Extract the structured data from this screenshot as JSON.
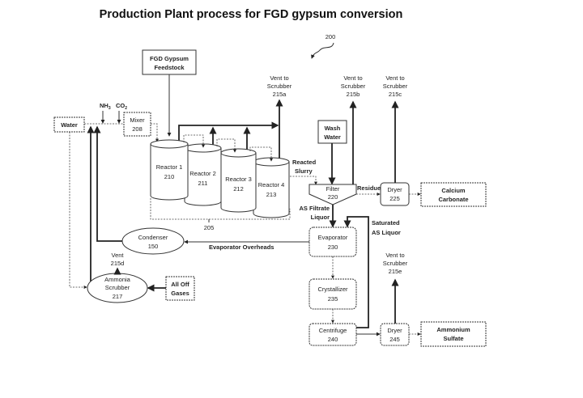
{
  "title": "Production Plant process for FGD gypsum conversion",
  "figure_ref": "200",
  "nodes": {
    "feedstock": [
      "FGD Gypsum",
      "Feedstock"
    ],
    "water": "Water",
    "nh3": "NH",
    "nh3_sub": "3",
    "co2": "CO",
    "co2_sub": "2",
    "mixer": [
      "Mixer",
      "208"
    ],
    "reactor1": [
      "Reactor 1",
      "210"
    ],
    "reactor2": [
      "Reactor 2",
      "211"
    ],
    "reactor3": [
      "Reactor 3",
      "212"
    ],
    "reactor4": [
      "Reactor 4",
      "213"
    ],
    "reactor_group": "205",
    "vent_a": [
      "Vent to",
      "Scrubber",
      "215a"
    ],
    "vent_b": [
      "Vent to",
      "Scrubber",
      "215b"
    ],
    "vent_c": [
      "Vent to",
      "Scrubber",
      "215c"
    ],
    "vent_d": [
      "Vent",
      "215d"
    ],
    "vent_e": [
      "Vent to",
      "Scrubber",
      "215e"
    ],
    "wash_water": [
      "Wash",
      "Water"
    ],
    "filter": [
      "Filter",
      "220"
    ],
    "dryer1": [
      "Dryer",
      "225"
    ],
    "calcium_carbonate": [
      "Calcium",
      "Carbonate"
    ],
    "evaporator": [
      "Evaporator",
      "230"
    ],
    "crystallizer": [
      "Crystallizer",
      "235"
    ],
    "centrifuge": [
      "Centrifuge",
      "240"
    ],
    "dryer2": [
      "Dryer",
      "245"
    ],
    "ammonium_sulfate": [
      "Ammonium",
      "Sulfate"
    ],
    "condenser": [
      "Condenser",
      "150"
    ],
    "ammonia_scrubber": [
      "Ammonia",
      "Scrubber",
      "217"
    ],
    "off_gases": [
      "All Off",
      "Gases"
    ]
  },
  "flows": {
    "reacted_slurry": [
      "Reacted",
      "Slurry"
    ],
    "residue": "Residue",
    "as_filtrate": [
      "AS Filtrate",
      "Liquor"
    ],
    "saturated_as": [
      "Saturated",
      "AS Liquor"
    ],
    "evaporator_overheads": "Evaporator Overheads"
  }
}
